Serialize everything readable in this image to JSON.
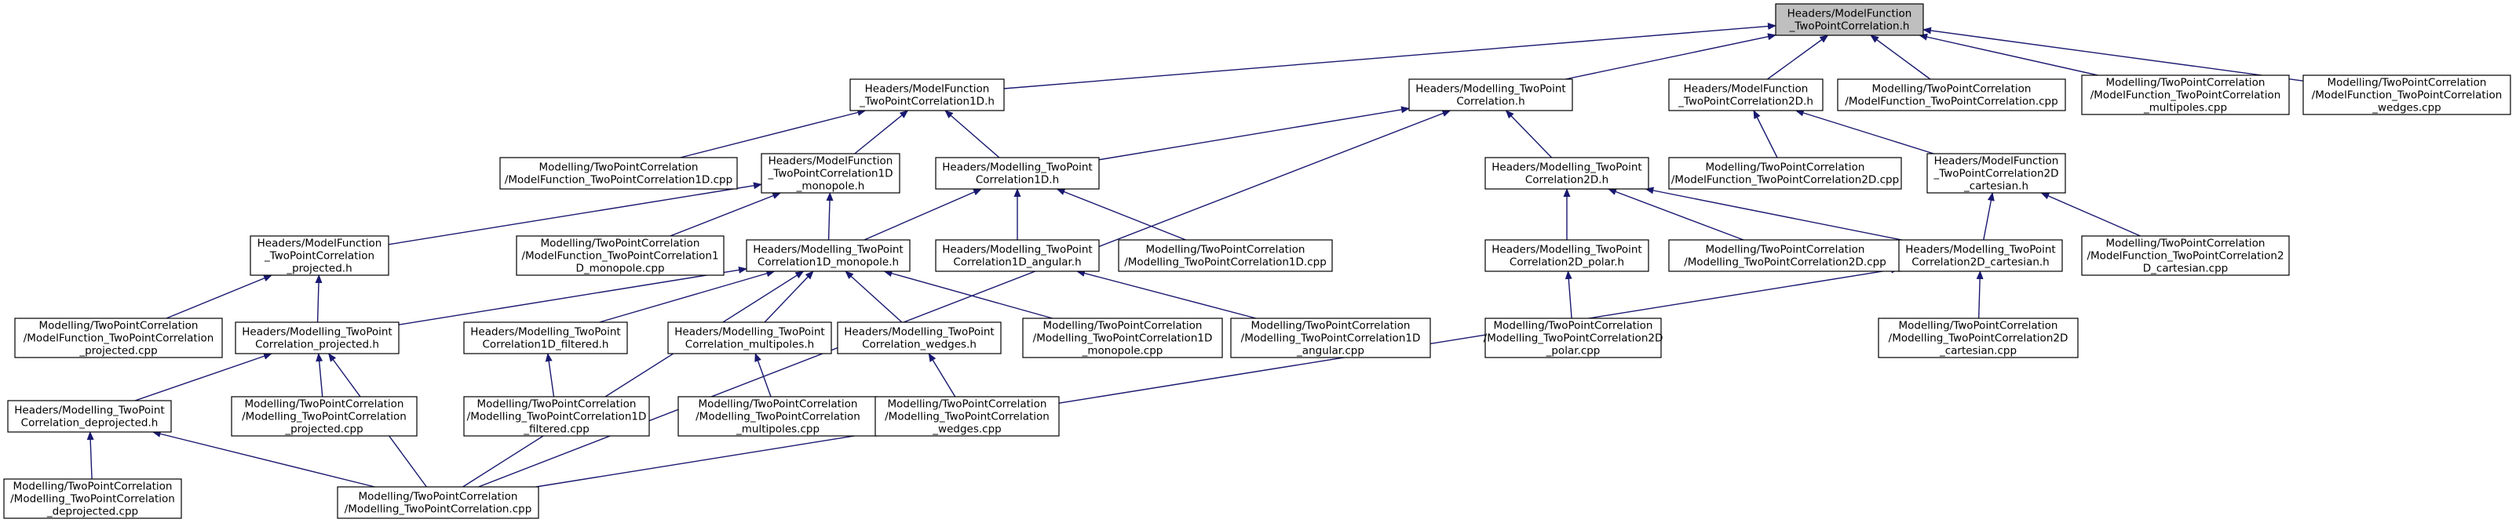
{
  "diagram": {
    "colors": {
      "edge": "#191970",
      "node_border": "#000000",
      "node_fill": "#ffffff",
      "root_fill": "#bfbfbf",
      "background": "#ffffff"
    },
    "root": "root",
    "nodes": [
      {
        "id": "root",
        "lines": [
          "Headers/ModelFunction",
          "_TwoPointCorrelation.h"
        ]
      },
      {
        "id": "mf1d",
        "lines": [
          "Headers/ModelFunction",
          "_TwoPointCorrelation1D.h"
        ]
      },
      {
        "id": "mtpc",
        "lines": [
          "Headers/Modelling_TwoPoint",
          "Correlation.h"
        ]
      },
      {
        "id": "mf2d",
        "lines": [
          "Headers/ModelFunction",
          "_TwoPointCorrelation2D.h"
        ]
      },
      {
        "id": "mftpc_cpp",
        "lines": [
          "Modelling/TwoPointCorrelation",
          "/ModelFunction_TwoPointCorrelation.cpp"
        ]
      },
      {
        "id": "mult_cpp",
        "lines": [
          "Modelling/TwoPointCorrelation",
          "/ModelFunction_TwoPointCorrelation",
          "_multipoles.cpp"
        ]
      },
      {
        "id": "wedg_cpp",
        "lines": [
          "Modelling/TwoPointCorrelation",
          "/ModelFunction_TwoPointCorrelation",
          "_wedges.cpp"
        ]
      },
      {
        "id": "mf1d_cpp",
        "lines": [
          "Modelling/TwoPointCorrelation",
          "/ModelFunction_TwoPointCorrelation1D.cpp"
        ]
      },
      {
        "id": "mf1dmono",
        "lines": [
          "Headers/ModelFunction",
          "_TwoPointCorrelation1D",
          "_monopole.h"
        ]
      },
      {
        "id": "m1d",
        "lines": [
          "Headers/Modelling_TwoPoint",
          "Correlation1D.h"
        ]
      },
      {
        "id": "m2d",
        "lines": [
          "Headers/Modelling_TwoPoint",
          "Correlation2D.h"
        ]
      },
      {
        "id": "mf2d_cpp",
        "lines": [
          "Modelling/TwoPointCorrelation",
          "/ModelFunction_TwoPointCorrelation2D.cpp"
        ]
      },
      {
        "id": "mf2dcart",
        "lines": [
          "Headers/ModelFunction",
          "_TwoPointCorrelation2D",
          "_cartesian.h"
        ]
      },
      {
        "id": "mfproj",
        "lines": [
          "Headers/ModelFunction",
          "_TwoPointCorrelation",
          "_projected.h"
        ]
      },
      {
        "id": "mf1dmono_cpp",
        "lines": [
          "Modelling/TwoPointCorrelation",
          "/ModelFunction_TwoPointCorrelation1",
          "D_monopole.cpp"
        ]
      },
      {
        "id": "m1dmono",
        "lines": [
          "Headers/Modelling_TwoPoint",
          "Correlation1D_monopole.h"
        ]
      },
      {
        "id": "m1dang",
        "lines": [
          "Headers/Modelling_TwoPoint",
          "Correlation1D_angular.h"
        ]
      },
      {
        "id": "m1d_cpp",
        "lines": [
          "Modelling/TwoPointCorrelation",
          "/Modelling_TwoPointCorrelation1D.cpp"
        ]
      },
      {
        "id": "m2dpol",
        "lines": [
          "Headers/Modelling_TwoPoint",
          "Correlation2D_polar.h"
        ]
      },
      {
        "id": "m2d_cpp",
        "lines": [
          "Modelling/TwoPointCorrelation",
          "/Modelling_TwoPointCorrelation2D.cpp"
        ]
      },
      {
        "id": "m2dcart",
        "lines": [
          "Headers/Modelling_TwoPoint",
          "Correlation2D_cartesian.h"
        ]
      },
      {
        "id": "mf2dcart_cpp",
        "lines": [
          "Modelling/TwoPointCorrelation",
          "/ModelFunction_TwoPointCorrelation2",
          "D_cartesian.cpp"
        ]
      },
      {
        "id": "mfproj_cpp",
        "lines": [
          "Modelling/TwoPointCorrelation",
          "/ModelFunction_TwoPointCorrelation",
          "_projected.cpp"
        ]
      },
      {
        "id": "mproj",
        "lines": [
          "Headers/Modelling_TwoPoint",
          "Correlation_projected.h"
        ]
      },
      {
        "id": "m1dfilt",
        "lines": [
          "Headers/Modelling_TwoPoint",
          "Correlation1D_filtered.h"
        ]
      },
      {
        "id": "mmult",
        "lines": [
          "Headers/Modelling_TwoPoint",
          "Correlation_multipoles.h"
        ]
      },
      {
        "id": "mwedg",
        "lines": [
          "Headers/Modelling_TwoPoint",
          "Correlation_wedges.h"
        ]
      },
      {
        "id": "m1dmono_cpp",
        "lines": [
          "Modelling/TwoPointCorrelation",
          "/Modelling_TwoPointCorrelation1D",
          "_monopole.cpp"
        ]
      },
      {
        "id": "m1dang_cpp",
        "lines": [
          "Modelling/TwoPointCorrelation",
          "/Modelling_TwoPointCorrelation1D",
          "_angular.cpp"
        ]
      },
      {
        "id": "m2dpol_cpp",
        "lines": [
          "Modelling/TwoPointCorrelation",
          "/Modelling_TwoPointCorrelation2D",
          "_polar.cpp"
        ]
      },
      {
        "id": "m2dcart_cpp",
        "lines": [
          "Modelling/TwoPointCorrelation",
          "/Modelling_TwoPointCorrelation2D",
          "_cartesian.cpp"
        ]
      },
      {
        "id": "mdeproj",
        "lines": [
          "Headers/Modelling_TwoPoint",
          "Correlation_deprojected.h"
        ]
      },
      {
        "id": "mproj_cpp",
        "lines": [
          "Modelling/TwoPointCorrelation",
          "/Modelling_TwoPointCorrelation",
          "_projected.cpp"
        ]
      },
      {
        "id": "m1dfilt_cpp",
        "lines": [
          "Modelling/TwoPointCorrelation",
          "/Modelling_TwoPointCorrelation1D",
          "_filtered.cpp"
        ]
      },
      {
        "id": "mmult_cpp",
        "lines": [
          "Modelling/TwoPointCorrelation",
          "/Modelling_TwoPointCorrelation",
          "_multipoles.cpp"
        ]
      },
      {
        "id": "mwedg_cpp",
        "lines": [
          "Modelling/TwoPointCorrelation",
          "/Modelling_TwoPointCorrelation",
          "_wedges.cpp"
        ]
      },
      {
        "id": "mdeproj_cpp",
        "lines": [
          "Modelling/TwoPointCorrelation",
          "/Modelling_TwoPointCorrelation",
          "_deprojected.cpp"
        ]
      },
      {
        "id": "mtpc_cpp",
        "lines": [
          "Modelling/TwoPointCorrelation",
          "/Modelling_TwoPointCorrelation.cpp"
        ]
      }
    ],
    "edges": [
      [
        "root",
        "mf1d"
      ],
      [
        "root",
        "mtpc"
      ],
      [
        "root",
        "mf2d"
      ],
      [
        "root",
        "mftpc_cpp"
      ],
      [
        "root",
        "mult_cpp"
      ],
      [
        "root",
        "wedg_cpp"
      ],
      [
        "mf1d",
        "mf1d_cpp"
      ],
      [
        "mf1d",
        "mf1dmono"
      ],
      [
        "mf1d",
        "m1d"
      ],
      [
        "mtpc",
        "m1d"
      ],
      [
        "mtpc",
        "m2d"
      ],
      [
        "mtpc",
        "mtpc_cpp"
      ],
      [
        "mf2d",
        "mf2d_cpp"
      ],
      [
        "mf2d",
        "mf2dcart"
      ],
      [
        "mf1dmono",
        "mfproj"
      ],
      [
        "mf1dmono",
        "mf1dmono_cpp"
      ],
      [
        "mf1dmono",
        "m1dmono"
      ],
      [
        "m1d",
        "m1dmono"
      ],
      [
        "m1d",
        "m1dang"
      ],
      [
        "m1d",
        "m1d_cpp"
      ],
      [
        "m2d",
        "m2dpol"
      ],
      [
        "m2d",
        "m2d_cpp"
      ],
      [
        "m2d",
        "m2dcart"
      ],
      [
        "mf2dcart",
        "m2dcart"
      ],
      [
        "mf2dcart",
        "mf2dcart_cpp"
      ],
      [
        "mfproj",
        "mfproj_cpp"
      ],
      [
        "mfproj",
        "mproj"
      ],
      [
        "m1dmono",
        "mproj"
      ],
      [
        "m1dmono",
        "m1dfilt"
      ],
      [
        "m1dmono",
        "mmult"
      ],
      [
        "m1dmono",
        "mwedg"
      ],
      [
        "m1dmono",
        "m1dmono_cpp"
      ],
      [
        "m1dmono",
        "mtpc_cpp"
      ],
      [
        "m1dang",
        "m1dang_cpp"
      ],
      [
        "m2dpol",
        "m2dpol_cpp"
      ],
      [
        "m2dcart",
        "m2dcart_cpp"
      ],
      [
        "m2dcart",
        "mtpc_cpp"
      ],
      [
        "mproj",
        "mdeproj"
      ],
      [
        "mproj",
        "mproj_cpp"
      ],
      [
        "mproj",
        "mtpc_cpp"
      ],
      [
        "m1dfilt",
        "m1dfilt_cpp"
      ],
      [
        "mmult",
        "mmult_cpp"
      ],
      [
        "mwedg",
        "mwedg_cpp"
      ],
      [
        "mdeproj",
        "mdeproj_cpp"
      ],
      [
        "mdeproj",
        "mtpc_cpp"
      ]
    ]
  }
}
